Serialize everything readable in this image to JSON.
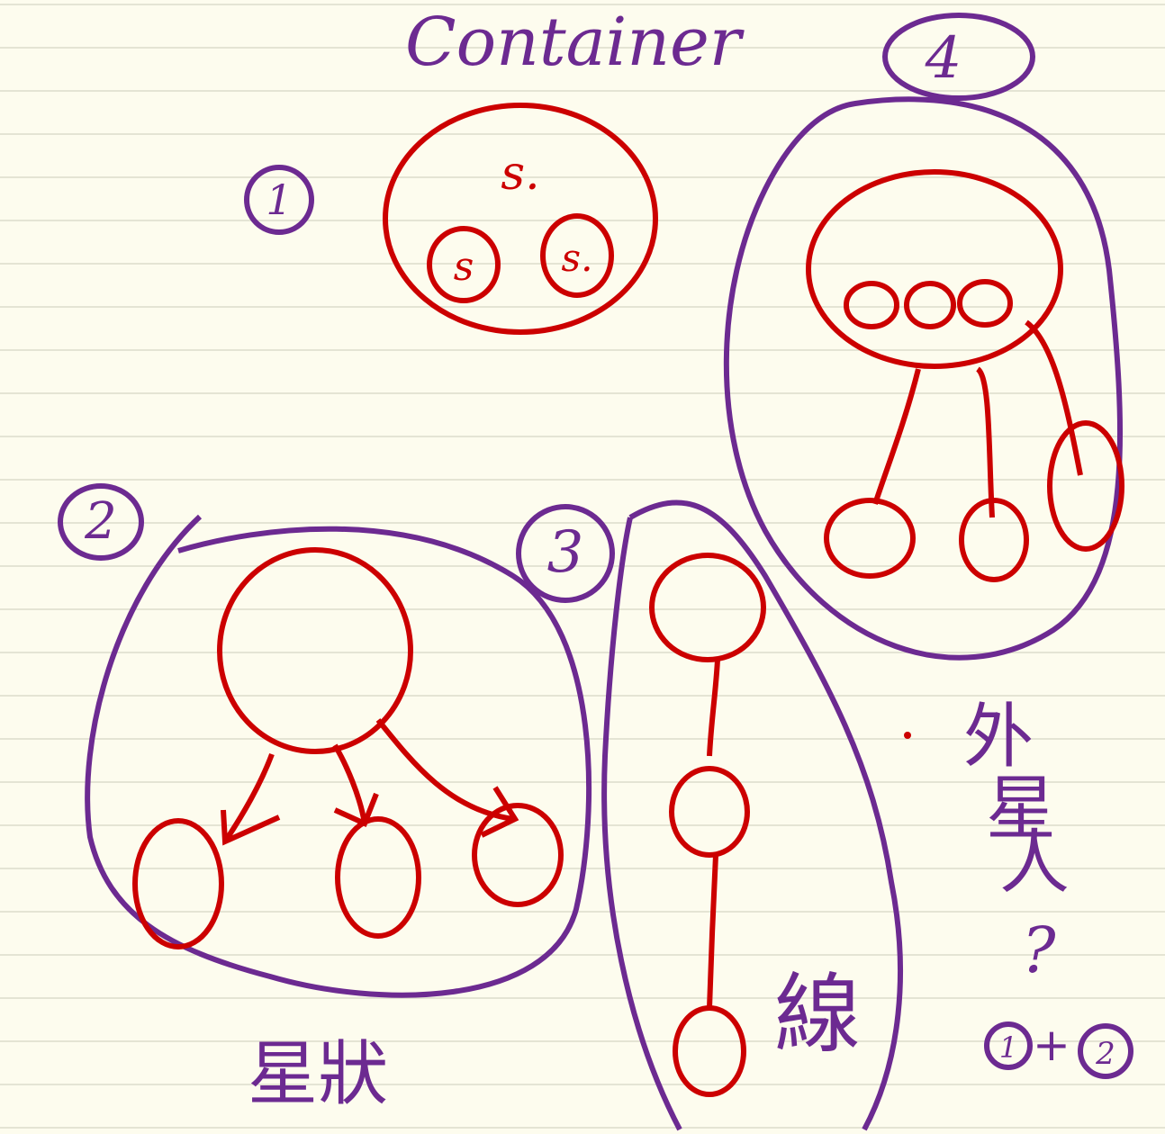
{
  "colors": {
    "paper": "#fdfcee",
    "rule_line": "#dcdccb",
    "purple": "#6c2a91",
    "red": "#cc0000"
  },
  "title": "Container",
  "sections": {
    "one": {
      "marker": "1",
      "root_label": "s.",
      "child_labels": [
        "s",
        "s."
      ]
    },
    "two": {
      "marker": "2",
      "caption": "星狀"
    },
    "three": {
      "marker": "3",
      "caption": "線"
    },
    "four": {
      "marker": "4"
    }
  },
  "side_note": {
    "line1": "外",
    "line2": "星",
    "line3": "人",
    "question": "?",
    "formula_left": "1",
    "formula_plus": "+",
    "formula_right": "2"
  }
}
